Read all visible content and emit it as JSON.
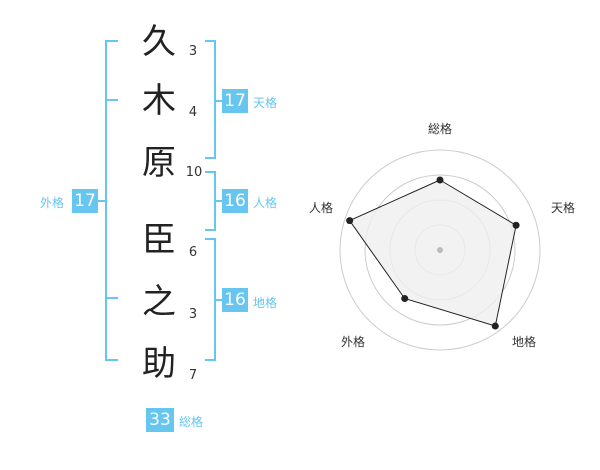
{
  "name_chars": [
    {
      "char": "久",
      "strokes": "3"
    },
    {
      "char": "木",
      "strokes": "4"
    },
    {
      "char": "原",
      "strokes": "10"
    },
    {
      "char": "臣",
      "strokes": "6"
    },
    {
      "char": "之",
      "strokes": "3"
    },
    {
      "char": "助",
      "strokes": "7"
    }
  ],
  "kakaku": {
    "tenkaku": {
      "value": "17",
      "label": "天格"
    },
    "jinkaku": {
      "value": "16",
      "label": "人格"
    },
    "chikaku": {
      "value": "16",
      "label": "地格"
    },
    "gaikaku": {
      "value": "17",
      "label": "外格"
    },
    "soukaku": {
      "value": "33",
      "label": "総格"
    }
  },
  "chart_data": {
    "type": "radar",
    "axes": [
      "総格",
      "天格",
      "地格",
      "外格",
      "人格"
    ],
    "values": [
      0.7,
      0.8,
      0.94,
      0.6,
      0.95
    ],
    "colors": {
      "accent": "#66c6f0",
      "fill": "#efefef",
      "line": "#222222",
      "ring": "#cccccc"
    }
  }
}
